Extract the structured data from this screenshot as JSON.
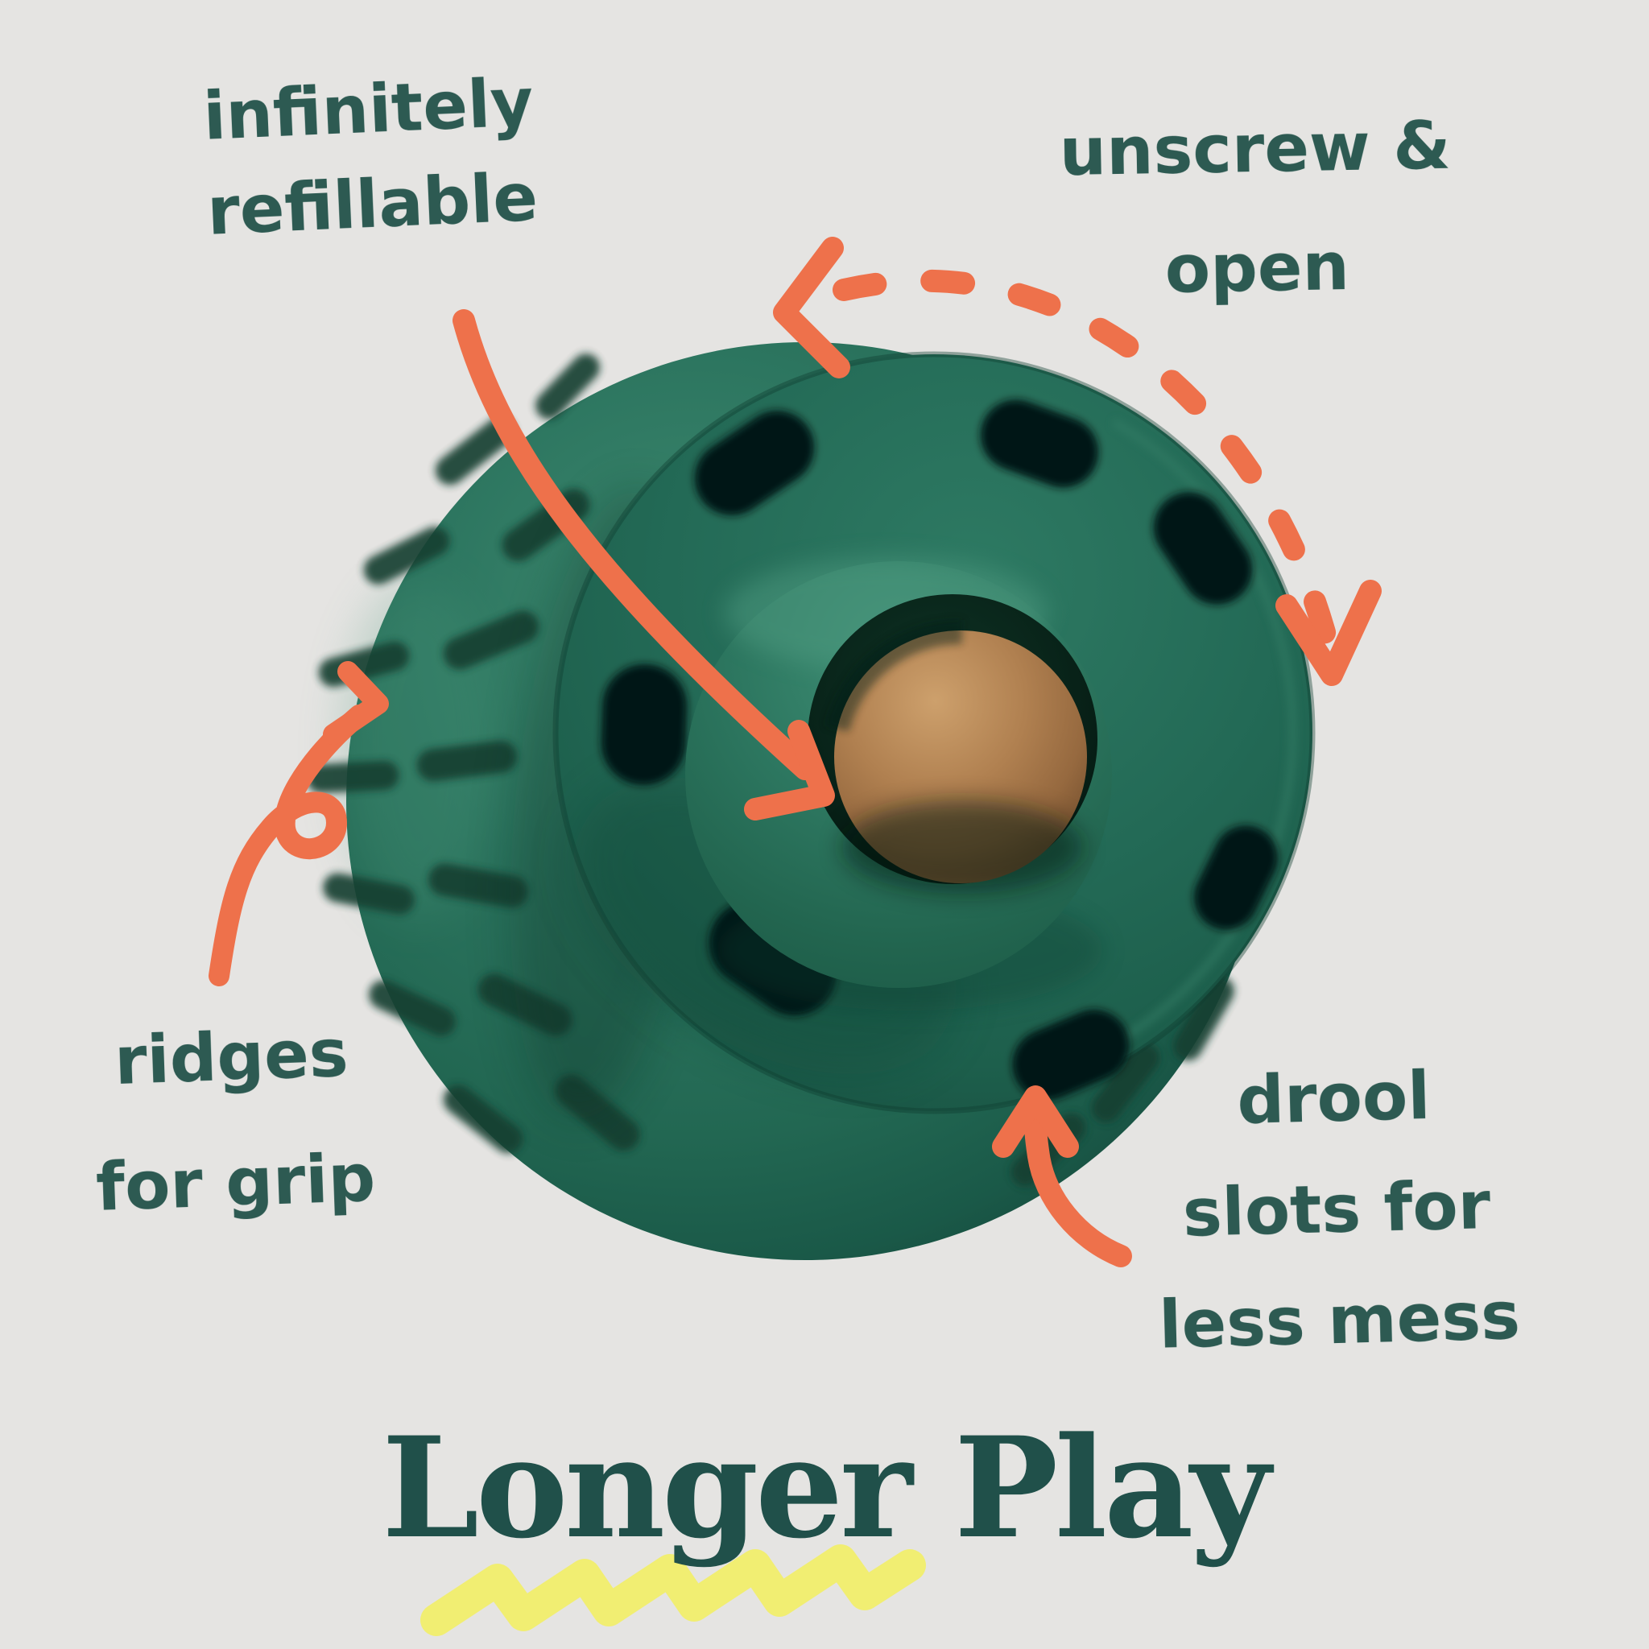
{
  "page": {
    "background": "#e5e4e2"
  },
  "annotations": {
    "refillable": {
      "lines": [
        "infinitely",
        "refillable"
      ]
    },
    "unscrew": {
      "lines": [
        "unscrew &",
        "open"
      ]
    },
    "ridges": {
      "lines": [
        "ridges",
        "for grip"
      ]
    },
    "drool": {
      "lines": [
        "drool",
        "slots for",
        "less mess"
      ]
    }
  },
  "title": {
    "text": "Longer Play"
  },
  "icons": {
    "refill_arrow": "solid-curved-arrow-to-treat-center",
    "unscrew_arrow": "dashed-arc-arrow-counterclockwise",
    "ridges_arrow": "looping-arrow-to-ridges",
    "drool_arrow": "curved-arrow-to-drool-slot",
    "underline_squiggle": "yellow-highlight-squiggle",
    "toy": "green-treat-ball-illustration",
    "treat": "brown-treat-ball"
  },
  "colors": {
    "background": "#e5e4e2",
    "annotation_text": "#2d5a52",
    "title_text": "#20504a",
    "arrow_orange": "#ee714b",
    "squiggle_yellow": "#f1ee6b",
    "toy_green": "#26705b",
    "toy_green_dark": "#134234",
    "hole_dark": "#061812",
    "treat_brown": "#ab7c4b"
  }
}
